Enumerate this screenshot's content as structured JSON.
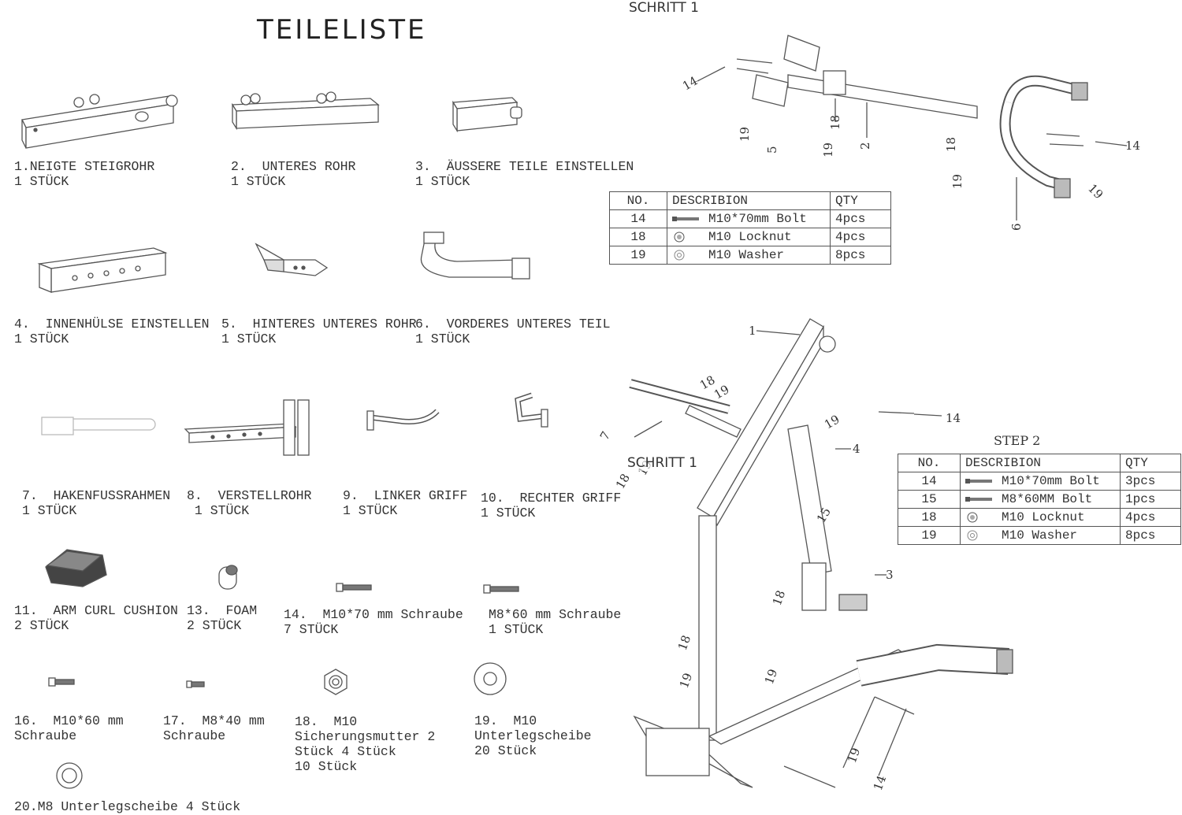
{
  "title": "TEILELISTE",
  "parts": [
    {
      "line1": "1.NEIGTE STEIGROHR",
      "line2": "1 STÜCK"
    },
    {
      "line1": "2.  UNTERES ROHR",
      "line2": "1 STÜCK"
    },
    {
      "line1": "3.  ÄUSSERE TEILE EINSTELLEN",
      "line2": "1 STÜCK"
    },
    {
      "line1": "4.  INNENHÜLSE EINSTELLEN",
      "line2": "1 STÜCK"
    },
    {
      "line1": "5.  HINTERES UNTERES ROHR",
      "line2": "1 STÜCK"
    },
    {
      "line1": "6.  VORDERES UNTERES TEIL",
      "line2": "1 STÜCK"
    },
    {
      "line1": "7.  HAKENFUSSRAHMEN",
      "line2": "1 STÜCK"
    },
    {
      "line1": "8.  VERSTELLROHR",
      "line2": " 1 STÜCK"
    },
    {
      "line1": "9.  LINKER GRIFF",
      "line2": "1 STÜCK"
    },
    {
      "line1": "10.  RECHTER GRIFF",
      "line2": "1 STÜCK"
    },
    {
      "line1": "11.  ARM CURL CUSHION",
      "line2": "2 STÜCK"
    },
    {
      "line1": "13.  FOAM",
      "line2": "2 STÜCK"
    },
    {
      "line1": "14.  M10*70 mm Schraube",
      "line2": "7 STÜCK"
    },
    {
      "line1": "M8*60 mm Schraube",
      "line2": "1 STÜCK"
    },
    {
      "line1": "16.  M10*60 mm",
      "line2": "Schraube"
    },
    {
      "line1": "17.  M8*40 mm",
      "line2": "Schraube"
    },
    {
      "line1": "18.  M10",
      "line2": "Sicherungsmutter 2",
      "line3": "Stück 4 Stück",
      "line4": "10 Stück"
    },
    {
      "line1": "19.  M10",
      "line2": "Unterlegscheibe",
      "line3": "20 Stück"
    },
    {
      "line1": "20.M8 Unterlegscheibe 4 Stück"
    }
  ],
  "step1": {
    "heading": "SCHRITT 1",
    "table": {
      "headers": [
        "NO.",
        "DESCRIBION",
        "QTY"
      ],
      "rows": [
        {
          "no": "14",
          "icon": "bolt-icon",
          "desc": "M10*70mm Bolt",
          "qty": "4pcs"
        },
        {
          "no": "18",
          "icon": "locknut-icon",
          "desc": "M10 Locknut",
          "qty": "4pcs"
        },
        {
          "no": "19",
          "icon": "washer-icon",
          "desc": "M10 Washer",
          "qty": "8pcs"
        }
      ]
    },
    "callouts": [
      "14",
      "19",
      "5",
      "18",
      "19",
      "2",
      "18",
      "19",
      "14",
      "19",
      "6"
    ]
  },
  "step2": {
    "heading": "SCHRITT 1",
    "step_label": "STEP 2",
    "table": {
      "headers": [
        "NO.",
        "DESCRIBION",
        "QTY"
      ],
      "rows": [
        {
          "no": "14",
          "icon": "bolt-icon",
          "desc": "M10*70mm Bolt",
          "qty": "3pcs"
        },
        {
          "no": "15",
          "icon": "bolt-icon",
          "desc": "M8*60MM Bolt",
          "qty": "1pcs"
        },
        {
          "no": "18",
          "icon": "locknut-icon",
          "desc": "M10 Locknut",
          "qty": "4pcs"
        },
        {
          "no": "19",
          "icon": "washer-icon",
          "desc": "M10 Washer",
          "qty": "8pcs"
        }
      ]
    },
    "callouts": [
      "1",
      "18",
      "19",
      "7",
      "14",
      "19",
      "4",
      "18",
      "19",
      "15",
      "3",
      "18",
      "18",
      "19",
      "19",
      "19",
      "14"
    ]
  }
}
